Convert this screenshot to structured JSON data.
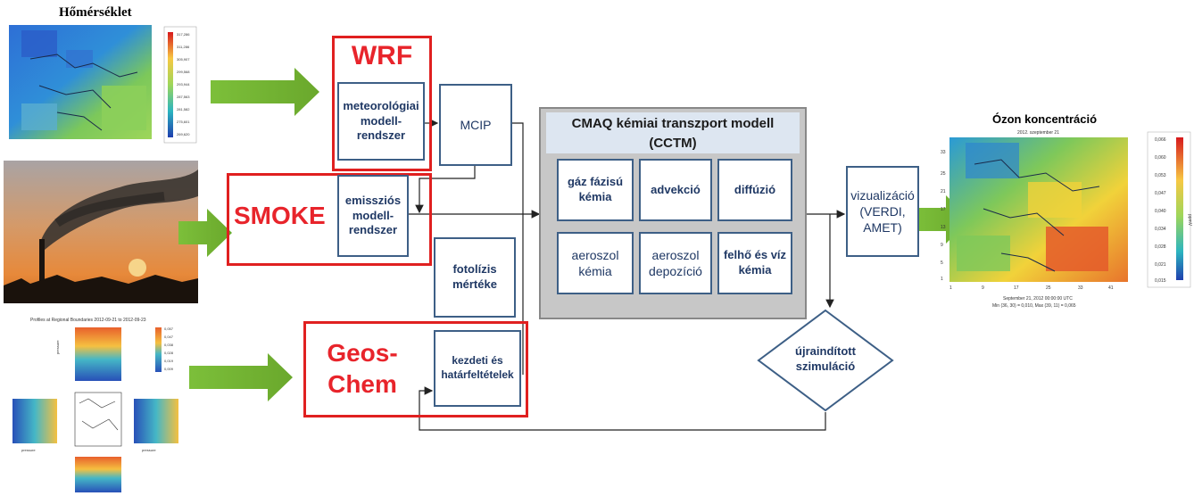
{
  "temperature_map": {
    "title": "Hőmérséklet"
  },
  "ozone_map": {
    "title": "Ózon koncentráció",
    "subtitle": "2012. szeptember 21",
    "footer1": "September 21, 2012 00:00:00 UTC",
    "footer2": "Min (36, 30) = 0,010, Max (39, 11) = 0,065",
    "colorbar_ticks": [
      "0,066",
      "0,060",
      "0,053",
      "0,047",
      "0,040",
      "0,034",
      "0,028",
      "0,021",
      "0,015"
    ],
    "x_ticks": [
      "1",
      "9",
      "17",
      "25",
      "33",
      "41"
    ],
    "y_ticks": [
      "33",
      "25",
      "21",
      "17",
      "13",
      "9",
      "5",
      "1"
    ],
    "unit": "ppmV"
  },
  "temp_colorbar_ticks": [
    "317,286",
    "311,286",
    "305,907",
    "299,568",
    "293,944",
    "287,563",
    "281,582",
    "275,601",
    "269,620"
  ],
  "boundary_plot": {
    "title": "Profiles at Regional Boundaries 2012-09-21 to 2012-09-23",
    "axis_label": "pressure",
    "colorbar_ticks": [
      "0,057",
      "0,047",
      "0,038",
      "0,028",
      "0,019",
      "0,009"
    ]
  },
  "wrf": {
    "label": "WRF",
    "box_text": "meteorológiai modell-rendszer"
  },
  "mcip": {
    "label": "MCIP"
  },
  "smoke": {
    "label": "SMOKE",
    "box_text": "emissziós modell-rendszer"
  },
  "photolysis": {
    "box_text": "fotolízis mértéke"
  },
  "geoschem": {
    "label": "Geos-Chem",
    "box_text": "kezdeti és határfeltételek"
  },
  "cmaq": {
    "title": "CMAQ kémiai transzport modell (CCTM)",
    "cells": [
      "gáz fázisú kémia",
      "advekció",
      "diffúzió",
      "aeroszol kémia",
      "aeroszol depozíció",
      "felhő és víz kémia"
    ]
  },
  "visualization": {
    "box_text": "vizualizáció (VERDI, AMET)"
  },
  "restart": {
    "text": "újraindított szimuláció"
  }
}
